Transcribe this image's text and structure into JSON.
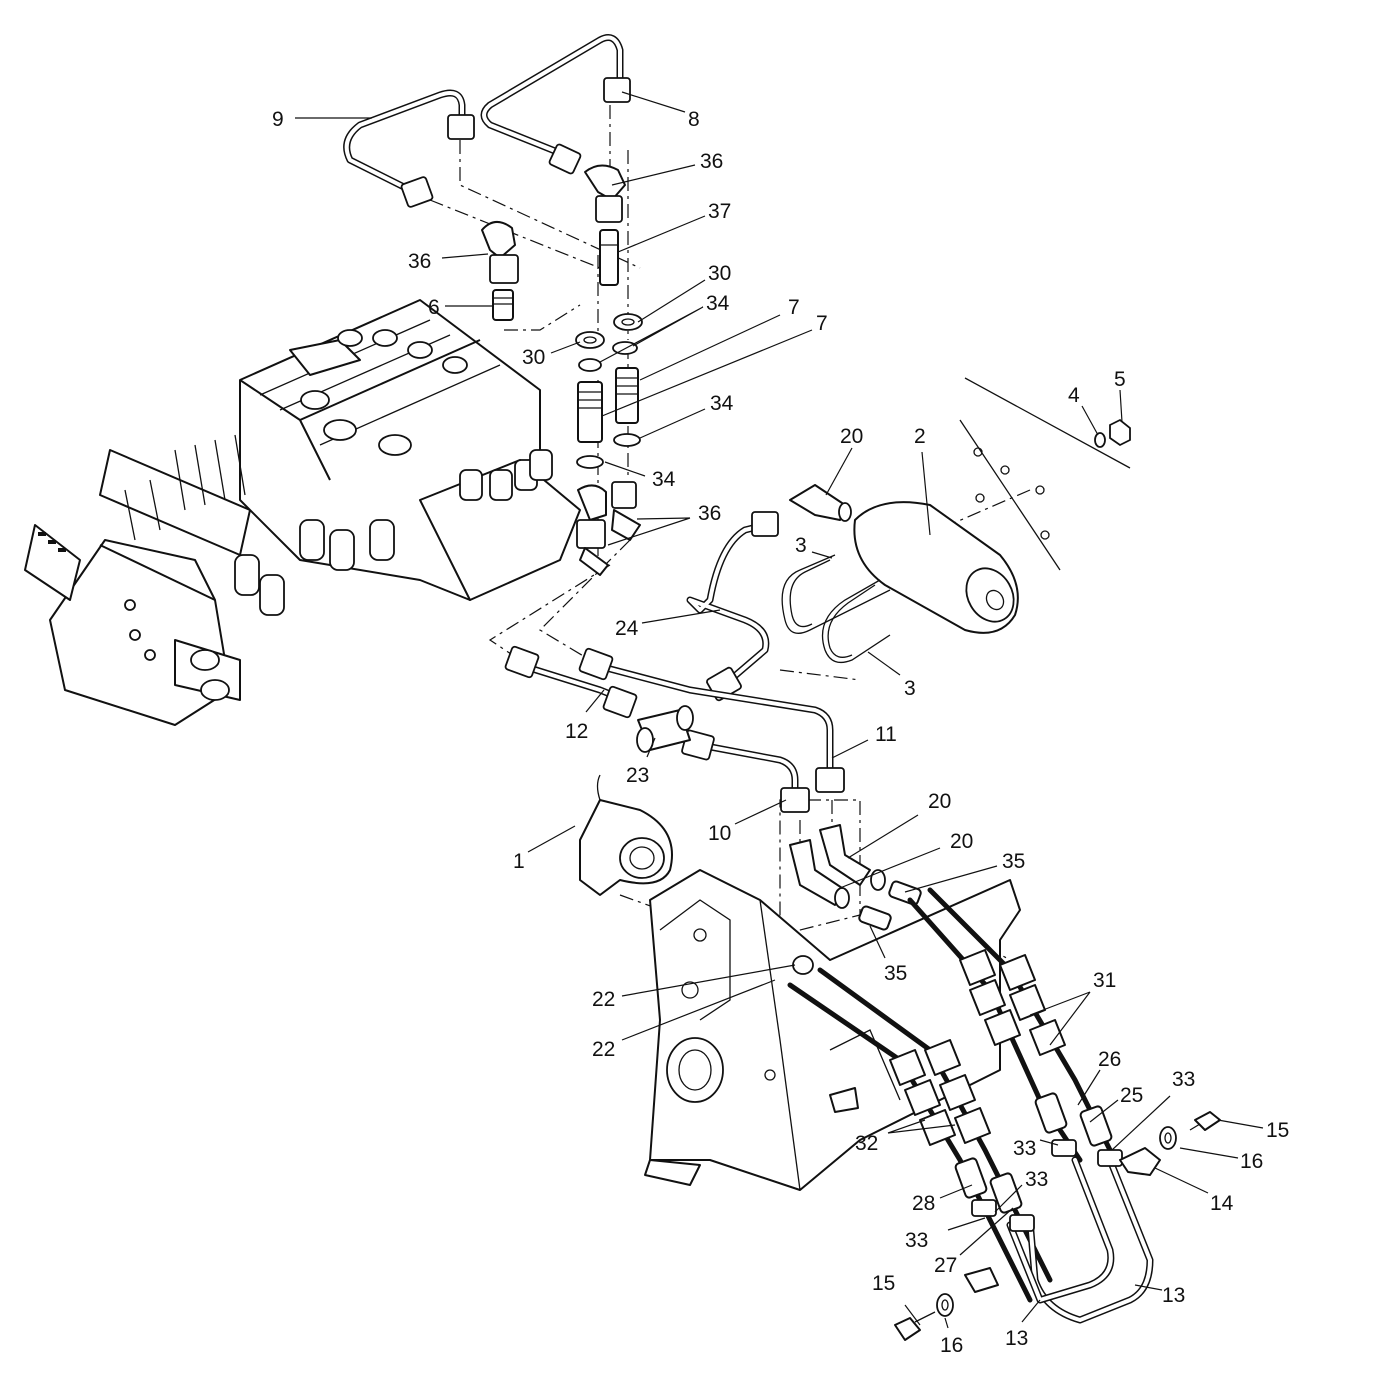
{
  "callouts": [
    {
      "id": "c9",
      "label": "9"
    },
    {
      "id": "c8",
      "label": "8"
    },
    {
      "id": "c36a",
      "label": "36"
    },
    {
      "id": "c37",
      "label": "37"
    },
    {
      "id": "c36b",
      "label": "36"
    },
    {
      "id": "c6",
      "label": "6"
    },
    {
      "id": "c30a",
      "label": "30"
    },
    {
      "id": "c34a",
      "label": "34"
    },
    {
      "id": "c7a",
      "label": "7"
    },
    {
      "id": "c7b",
      "label": "7"
    },
    {
      "id": "c30b",
      "label": "30"
    },
    {
      "id": "c34b",
      "label": "34"
    },
    {
      "id": "c34c",
      "label": "34"
    },
    {
      "id": "c36c",
      "label": "36"
    },
    {
      "id": "c5",
      "label": "5"
    },
    {
      "id": "c4",
      "label": "4"
    },
    {
      "id": "c20a",
      "label": "20"
    },
    {
      "id": "c2",
      "label": "2"
    },
    {
      "id": "c3a",
      "label": "3"
    },
    {
      "id": "c24",
      "label": "24"
    },
    {
      "id": "c3b",
      "label": "3"
    },
    {
      "id": "c12",
      "label": "12"
    },
    {
      "id": "c23",
      "label": "23"
    },
    {
      "id": "c11",
      "label": "11"
    },
    {
      "id": "c10",
      "label": "10"
    },
    {
      "id": "c20b",
      "label": "20"
    },
    {
      "id": "c20c",
      "label": "20"
    },
    {
      "id": "c35a",
      "label": "35"
    },
    {
      "id": "c1",
      "label": "1"
    },
    {
      "id": "c35b",
      "label": "35"
    },
    {
      "id": "c22a",
      "label": "22"
    },
    {
      "id": "c22b",
      "label": "22"
    },
    {
      "id": "c31",
      "label": "31"
    },
    {
      "id": "c26",
      "label": "26"
    },
    {
      "id": "c25",
      "label": "25"
    },
    {
      "id": "c33a",
      "label": "33"
    },
    {
      "id": "c32",
      "label": "32"
    },
    {
      "id": "c33b",
      "label": "33"
    },
    {
      "id": "c15a",
      "label": "15"
    },
    {
      "id": "c16a",
      "label": "16"
    },
    {
      "id": "c14",
      "label": "14"
    },
    {
      "id": "c28",
      "label": "28"
    },
    {
      "id": "c33c",
      "label": "33"
    },
    {
      "id": "c33d",
      "label": "33"
    },
    {
      "id": "c27",
      "label": "27"
    },
    {
      "id": "c15b",
      "label": "15"
    },
    {
      "id": "c16b",
      "label": "16"
    },
    {
      "id": "c13a",
      "label": "13"
    },
    {
      "id": "c13b",
      "label": "13"
    }
  ]
}
